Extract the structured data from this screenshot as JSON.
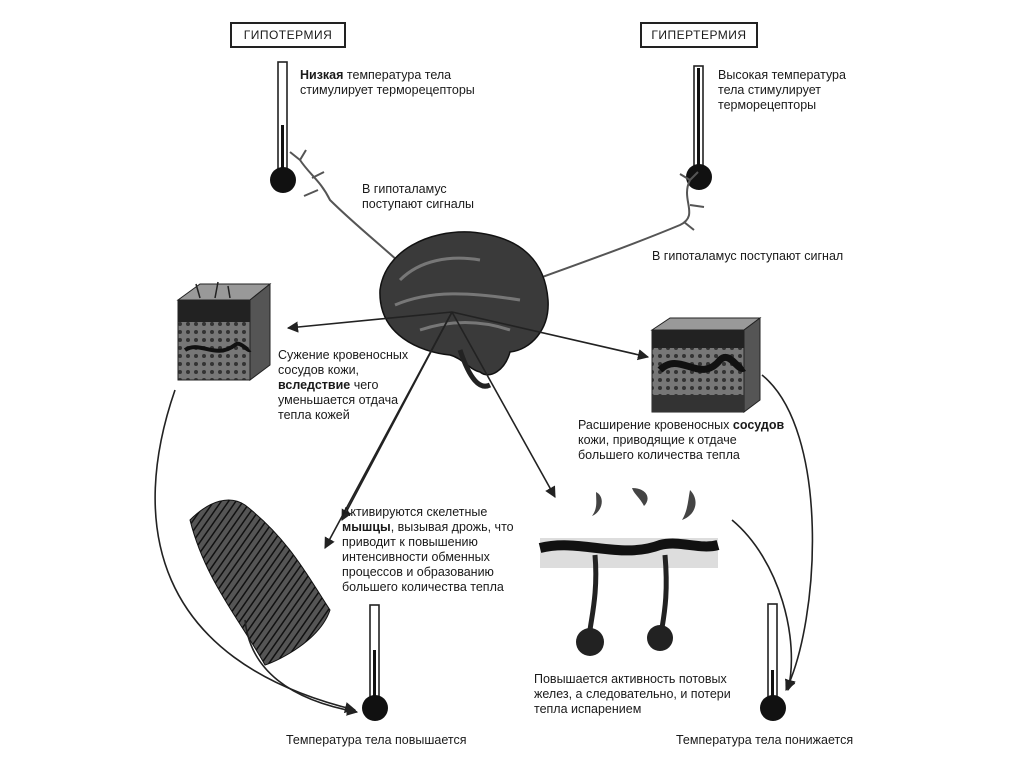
{
  "hypothermia": {
    "title": "ГИПОТЕРМИЯ",
    "receptor_bold": "Низкая",
    "receptor_rest": " температура тела стимулирует терморецепторы",
    "signal": "В гипоталамус поступают сигналы",
    "vessels_1": "Сужение кровеносных сосудов кожи, ",
    "vessels_bold": "вследствие",
    "vessels_2": " чего уменьшается отдача тепла кожей",
    "muscles_1": "Активируются скелетные ",
    "muscles_bold": "мышцы",
    "muscles_2": ", вызывая дрожь, что приводит к повышению интенсивности обменных процессов и образованию большего количества тепла",
    "result": "Температура тела повышается"
  },
  "hyperthermia": {
    "title": "ГИПЕРТЕРМИЯ",
    "receptor": "Высокая температура тела стимулирует терморецепторы",
    "signal": "В гипоталамус поступают сигнал",
    "vessels_1": "Расширение кровеносных ",
    "vessels_bold": "сосудов",
    "vessels_2": " кожи, приводящие к отдаче большего количества тепла",
    "sweat": "Повышается активность потовых желез, а следовательно, и потери тепла испарением",
    "result": "Температура тела понижается"
  }
}
